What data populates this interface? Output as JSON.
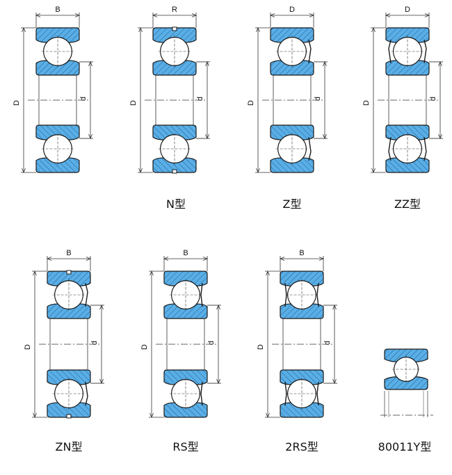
{
  "colors": {
    "race_fill": "#5aaee6",
    "hatch": "#1e5f96",
    "outline": "#1a1a1a",
    "dim": "#333333",
    "background": "#ffffff"
  },
  "diagrams": [
    {
      "id": "open",
      "caption": "",
      "width_label": "B",
      "od_label": "D",
      "bore_label": "d",
      "shield": "none",
      "snap_groove": false
    },
    {
      "id": "n",
      "caption": "N型",
      "width_label": "R",
      "od_label": "D",
      "bore_label": "d",
      "shield": "none",
      "snap_groove": true
    },
    {
      "id": "z",
      "caption": "Z型",
      "width_label": "D",
      "od_label": "D",
      "bore_label": "d",
      "shield": "shield-one-side",
      "snap_groove": false
    },
    {
      "id": "zz",
      "caption": "ZZ型",
      "width_label": "D",
      "od_label": "D",
      "bore_label": "d",
      "shield": "shield-both-sides",
      "snap_groove": false
    },
    {
      "id": "zn",
      "caption": "ZN型",
      "width_label": "B",
      "od_label": "D",
      "bore_label": "d",
      "shield": "shield-one-side",
      "snap_groove": true
    },
    {
      "id": "rs",
      "caption": "RS型",
      "width_label": "B",
      "od_label": "D",
      "bore_label": "d",
      "shield": "seal-one-side",
      "snap_groove": false
    },
    {
      "id": "2rs",
      "caption": "2RS型",
      "width_label": "B",
      "od_label": "D",
      "bore_label": "d",
      "shield": "seal-both-sides",
      "snap_groove": false
    },
    {
      "id": "80011y",
      "caption": "80011Y型",
      "width_label": "",
      "od_label": "",
      "bore_label": "",
      "shield": "none",
      "snap_groove": false
    }
  ]
}
